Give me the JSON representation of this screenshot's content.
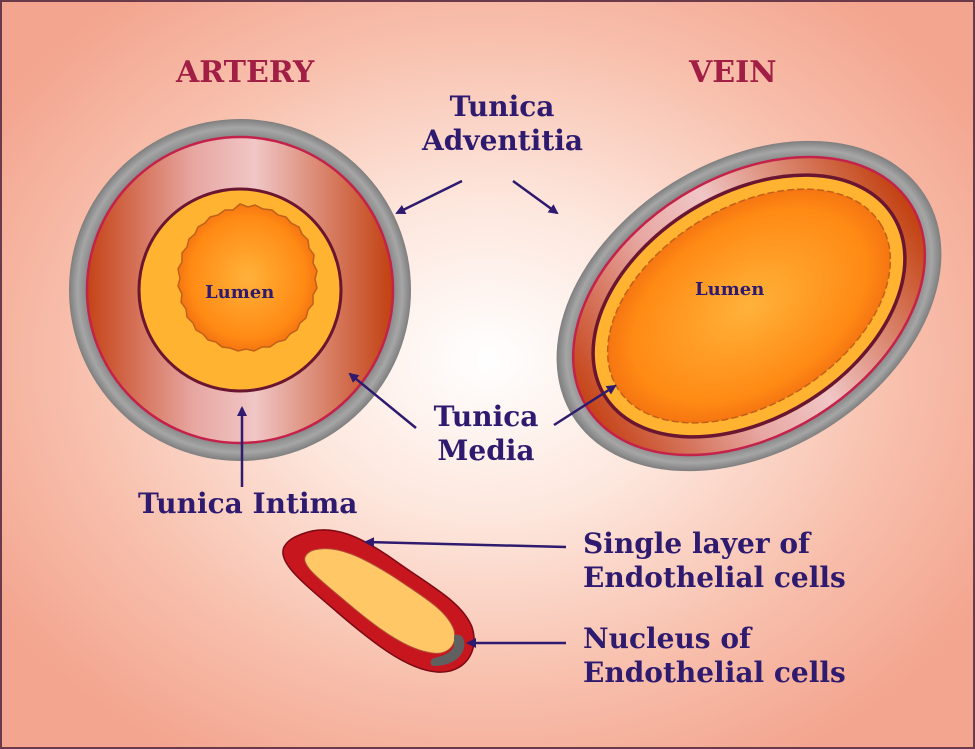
{
  "titles": {
    "artery": "ARTERY",
    "vein": "VEIN"
  },
  "labels": {
    "adventitia": [
      "Tunica",
      "Adventitia"
    ],
    "media": [
      "Tunica",
      "Media"
    ],
    "intima": "Tunica Intima",
    "lumen_artery": "Lumen",
    "lumen_vein": "Lumen",
    "endothelial_layer": [
      "Single layer of",
      "Endothelial cells"
    ],
    "nucleus": [
      "Nucleus of",
      "Endothelial cells"
    ]
  },
  "colors": {
    "label_text": "#2e1a6e",
    "title_text": "#a11e45",
    "arrow": "#2e1a6e",
    "adventitia_gray": "#8e8e8e",
    "media_red": "#c84a1e",
    "lumen_orange": "#ff9a1a",
    "intima_yellow": "#ffd86a",
    "endothelial_red": "#c8161e",
    "cell_body": "#ffc766",
    "nucleus_gray": "#606060"
  }
}
